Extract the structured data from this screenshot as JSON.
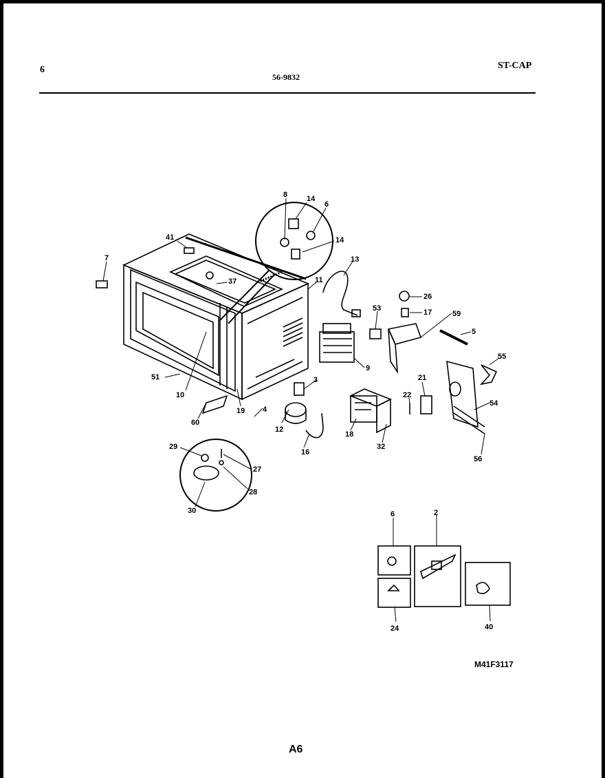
{
  "header": {
    "page_number": "6",
    "model_number": "56-9832",
    "section_code": "ST-CAP"
  },
  "callouts": [
    "41",
    "7",
    "37",
    "8",
    "14",
    "6",
    "14",
    "11",
    "13",
    "53",
    "26",
    "17",
    "59",
    "5",
    "55",
    "9",
    "51",
    "10",
    "3",
    "60",
    "19",
    "4",
    "12",
    "16",
    "18",
    "22",
    "21",
    "32",
    "54",
    "56",
    "29",
    "27",
    "28",
    "30",
    "6",
    "2",
    "24",
    "40"
  ],
  "footer": {
    "drawing_code": "M41F3117",
    "page_id": "A6"
  }
}
